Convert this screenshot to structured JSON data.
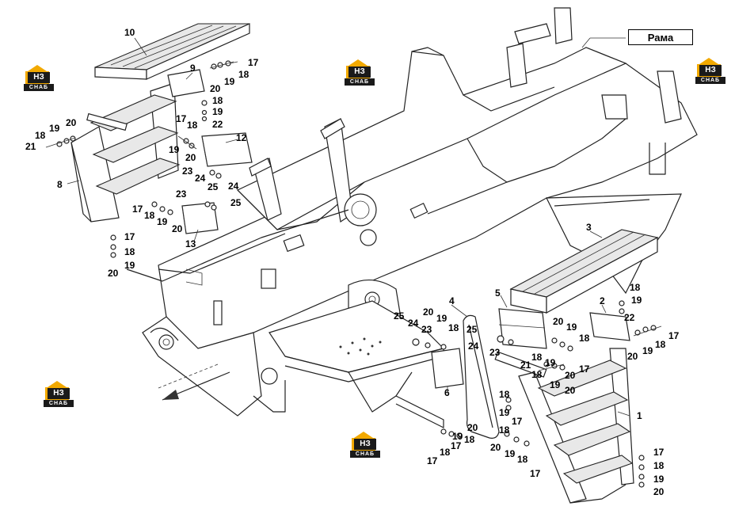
{
  "frame_label": "Рама",
  "logo": {
    "main": "НЗ",
    "sub": "СНАБ"
  },
  "callouts": [
    {
      "id": "c10",
      "text": "10"
    },
    {
      "id": "c9",
      "text": "9"
    },
    {
      "id": "c17a",
      "text": "17"
    },
    {
      "id": "c19a",
      "text": "19"
    },
    {
      "id": "c18a",
      "text": "18"
    },
    {
      "id": "c20a",
      "text": "20"
    },
    {
      "id": "c18b",
      "text": "18"
    },
    {
      "id": "c19b",
      "text": "19"
    },
    {
      "id": "c22a",
      "text": "22"
    },
    {
      "id": "c17b",
      "text": "17"
    },
    {
      "id": "c18c",
      "text": "18"
    },
    {
      "id": "c19c",
      "text": "19"
    },
    {
      "id": "c20b",
      "text": "20"
    },
    {
      "id": "c12",
      "text": "12"
    },
    {
      "id": "c23a",
      "text": "23"
    },
    {
      "id": "c24a",
      "text": "24"
    },
    {
      "id": "c25a",
      "text": "25"
    },
    {
      "id": "c24b",
      "text": "24"
    },
    {
      "id": "c23b",
      "text": "23"
    },
    {
      "id": "c25b",
      "text": "25"
    },
    {
      "id": "c18d",
      "text": "18"
    },
    {
      "id": "c19d",
      "text": "19"
    },
    {
      "id": "c20c",
      "text": "20"
    },
    {
      "id": "c21a",
      "text": "21"
    },
    {
      "id": "c8",
      "text": "8"
    },
    {
      "id": "c17c",
      "text": "17"
    },
    {
      "id": "c18e",
      "text": "18"
    },
    {
      "id": "c19e",
      "text": "19"
    },
    {
      "id": "c20d",
      "text": "20"
    },
    {
      "id": "c13",
      "text": "13"
    },
    {
      "id": "c17d",
      "text": "17"
    },
    {
      "id": "c18f",
      "text": "18"
    },
    {
      "id": "c19f",
      "text": "19"
    },
    {
      "id": "c20e",
      "text": "20"
    },
    {
      "id": "c3",
      "text": "3"
    },
    {
      "id": "c18g",
      "text": "18"
    },
    {
      "id": "c19g",
      "text": "19"
    },
    {
      "id": "c22b",
      "text": "22"
    },
    {
      "id": "c5",
      "text": "5"
    },
    {
      "id": "c4",
      "text": "4"
    },
    {
      "id": "c2",
      "text": "2"
    },
    {
      "id": "c20f",
      "text": "20"
    },
    {
      "id": "c19h",
      "text": "19"
    },
    {
      "id": "c18h",
      "text": "18"
    },
    {
      "id": "c25c",
      "text": "25"
    },
    {
      "id": "c24c",
      "text": "24"
    },
    {
      "id": "c23c",
      "text": "23"
    },
    {
      "id": "c20g",
      "text": "20"
    },
    {
      "id": "c19i",
      "text": "19"
    },
    {
      "id": "c18i",
      "text": "18"
    },
    {
      "id": "c25d",
      "text": "25"
    },
    {
      "id": "c24d",
      "text": "24"
    },
    {
      "id": "c23d",
      "text": "23"
    },
    {
      "id": "c20h",
      "text": "20"
    },
    {
      "id": "c19j",
      "text": "19"
    },
    {
      "id": "c18j",
      "text": "18"
    },
    {
      "id": "c17e",
      "text": "17"
    },
    {
      "id": "c18k",
      "text": "18"
    },
    {
      "id": "c19k",
      "text": "19"
    },
    {
      "id": "c20i",
      "text": "20"
    },
    {
      "id": "c17f",
      "text": "17"
    },
    {
      "id": "c21b",
      "text": "21"
    },
    {
      "id": "c18l",
      "text": "18"
    },
    {
      "id": "c19l",
      "text": "19"
    },
    {
      "id": "c20j",
      "text": "20"
    },
    {
      "id": "c18m",
      "text": "18"
    },
    {
      "id": "c19m",
      "text": "19"
    },
    {
      "id": "c18n",
      "text": "18"
    },
    {
      "id": "c17g",
      "text": "17"
    },
    {
      "id": "c6",
      "text": "6"
    },
    {
      "id": "c18o",
      "text": "18"
    },
    {
      "id": "c17h",
      "text": "17"
    },
    {
      "id": "c1",
      "text": "1"
    },
    {
      "id": "c17i",
      "text": "17"
    },
    {
      "id": "c18p",
      "text": "18"
    },
    {
      "id": "c19n",
      "text": "19"
    },
    {
      "id": "c20k",
      "text": "20"
    },
    {
      "id": "c20l",
      "text": "20"
    },
    {
      "id": "c19o",
      "text": "19"
    },
    {
      "id": "c18q",
      "text": "18"
    },
    {
      "id": "c17j",
      "text": "17"
    },
    {
      "id": "c17k",
      "text": "17"
    },
    {
      "id": "c18r",
      "text": "18"
    },
    {
      "id": "c19p",
      "text": "19"
    },
    {
      "id": "c20m",
      "text": "20"
    }
  ]
}
